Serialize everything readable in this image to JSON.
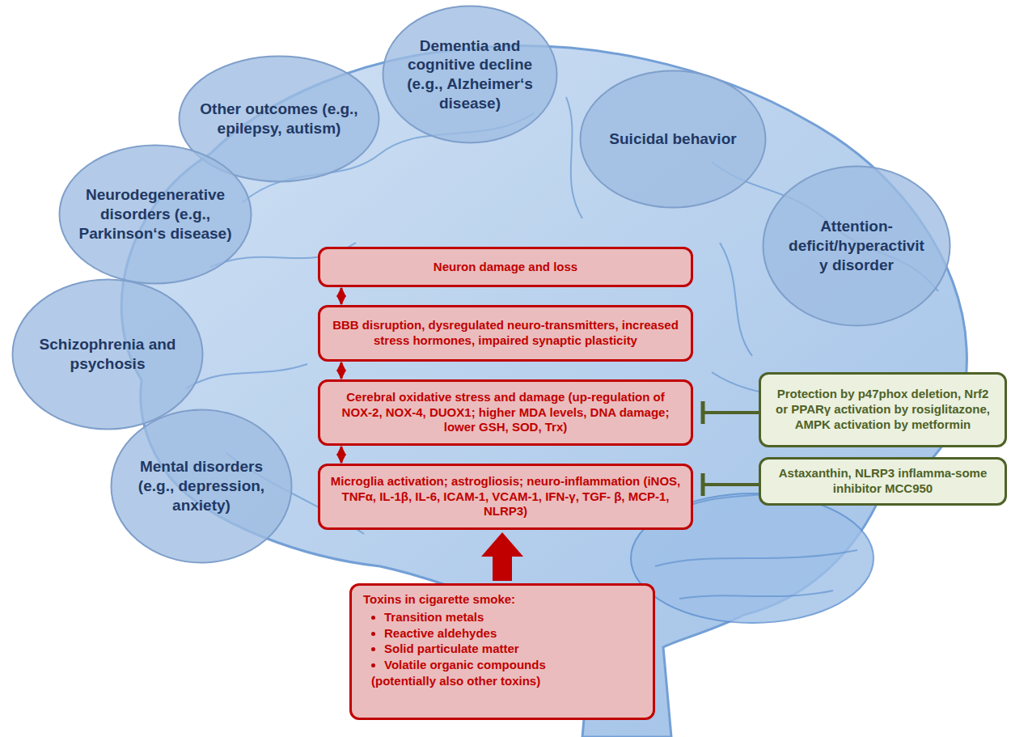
{
  "diagram": {
    "nodes": [
      {
        "text": [
          "Other outcomes (e.g., epilepsy, autism)"
        ]
      },
      {
        "text": [
          "Dementia and cognitive decline (e.g., Alzheimer‘s disease)"
        ]
      },
      {
        "text": [
          "Suicidal behavior"
        ]
      },
      {
        "text": [
          "Attention-deficit/hyperactivity disorder"
        ]
      },
      {
        "text": [
          "Neurodegenerative disorders (e.g., Parkinson‘s disease)"
        ]
      },
      {
        "text": [
          "Schizophrenia and psychosis"
        ]
      },
      {
        "text": [
          "Mental disorders (e.g., depression, anxiety)"
        ]
      },
      {
        "text": [
          "Neuron damage and loss"
        ]
      },
      {
        "text": [
          "BBB disruption, dysregulated neuro-transmitters, increased stress hormones, impaired synaptic plasticity"
        ]
      },
      {
        "text": [
          "Cerebral oxidative stress and damage (up-regulation of NOX-2, NOX-4, DUOX1; higher MDA levels, DNA damage; lower GSH, SOD, Trx)"
        ]
      },
      {
        "text": [
          "Microglia activation; astrogliosis; neuro-inflammation (iNOS, TNFα, IL-1β, IL-6, ICAM-1, VCAM-1, IFN-γ, TGF- β, MCP-1, NLRP3)"
        ]
      },
      {
        "text": [
          "Toxins in cigarette smoke:",
          "Transition metals",
          "Reactive aldehydes",
          "Solid particulate matter",
          "Volatile organic compounds",
          "(potentially also other toxins)"
        ]
      },
      {
        "text": [
          "Protection by p47phox deletion, Nrf2 or PPARγ activation by rosiglitazone, AMPK activation by metformin"
        ]
      },
      {
        "text": [
          "Astaxanthin, NLRP3 inflamma-some inhibitor MCC950"
        ]
      }
    ],
    "edges": [
      {
        "from": 7,
        "to": 8,
        "arrow": "both"
      },
      {
        "from": 8,
        "to": 9,
        "arrow": "both"
      },
      {
        "from": 9,
        "to": 10,
        "arrow": "both"
      },
      {
        "from": 11,
        "to": 10,
        "arrow": "to"
      },
      {
        "from": 12,
        "to": 9,
        "arrow": "to"
      },
      {
        "from": 13,
        "to": 10,
        "arrow": "to"
      }
    ]
  }
}
